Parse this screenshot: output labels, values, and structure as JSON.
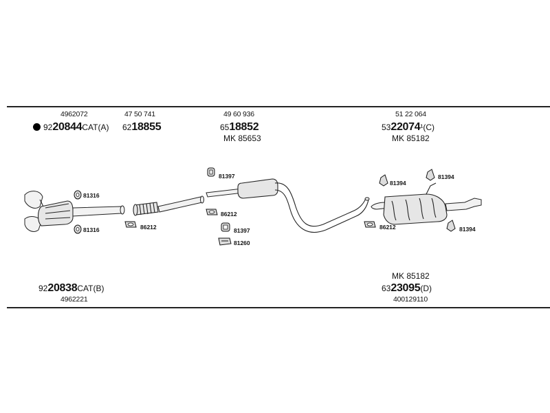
{
  "colors": {
    "ink": "#111111",
    "background": "#ffffff",
    "part_fill": "#e6e6e6"
  },
  "groups": {
    "cat_a": {
      "oe_number": "4962072",
      "bullet_icon": "black-dot",
      "prefix": "92",
      "code": "20844",
      "suffix": "CAT(A)"
    },
    "front_pipe": {
      "oe_number": "47 50 741",
      "prefix": "62",
      "code": "18855"
    },
    "middle": {
      "oe_number": "49 60 936",
      "prefix": "65",
      "code": "18852",
      "mk": "MK 85653"
    },
    "rear_c": {
      "oe_number": "51 22 064",
      "prefix": "53",
      "code": "22074",
      "suffix": "¹(C)",
      "mk": "MK 85182"
    },
    "cat_b": {
      "prefix": "92",
      "code": "20838",
      "suffix": "CAT(B)",
      "oe_number": "4962221"
    },
    "rear_d": {
      "mk": "MK 85182",
      "prefix": "63",
      "code": "23095",
      "suffix": "(D)",
      "oe_number": "400129110"
    }
  },
  "hardware": {
    "h1": "81316",
    "h2": "81316",
    "h3": "86212",
    "h4": "81397",
    "h5": "86212",
    "h6": "81397",
    "h7": "81260",
    "h8": "81394",
    "h9": "81394",
    "h10": "86212",
    "h11": "81394"
  }
}
